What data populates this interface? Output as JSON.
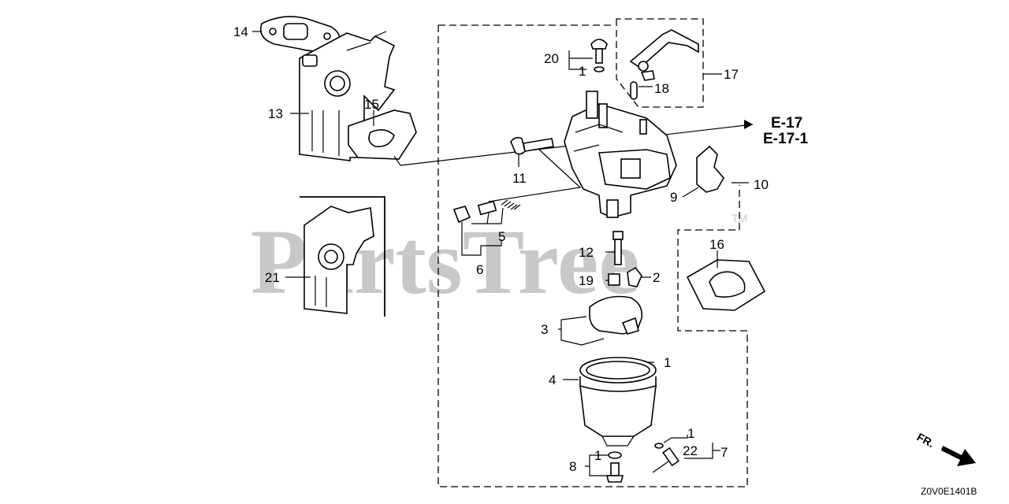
{
  "diagram": {
    "watermark": "PartsTree",
    "watermark_mark": "TM",
    "diagram_code": "Z0V0E1401B",
    "direction_label": "FR.",
    "references": [
      "E-17",
      "E-17-1"
    ],
    "callouts": {
      "c1a": "1",
      "c1b": "1",
      "c1c": "1",
      "c1d": "1",
      "c2": "2",
      "c3": "3",
      "c4": "4",
      "c5": "5",
      "c6": "6",
      "c7": "7",
      "c8": "8",
      "c9": "9",
      "c10": "10",
      "c11": "11",
      "c12": "12",
      "c13": "13",
      "c14": "14",
      "c15": "15",
      "c16": "16",
      "c17": "17",
      "c18": "18",
      "c19": "19",
      "c20": "20",
      "c21": "21",
      "c22": "22"
    }
  }
}
